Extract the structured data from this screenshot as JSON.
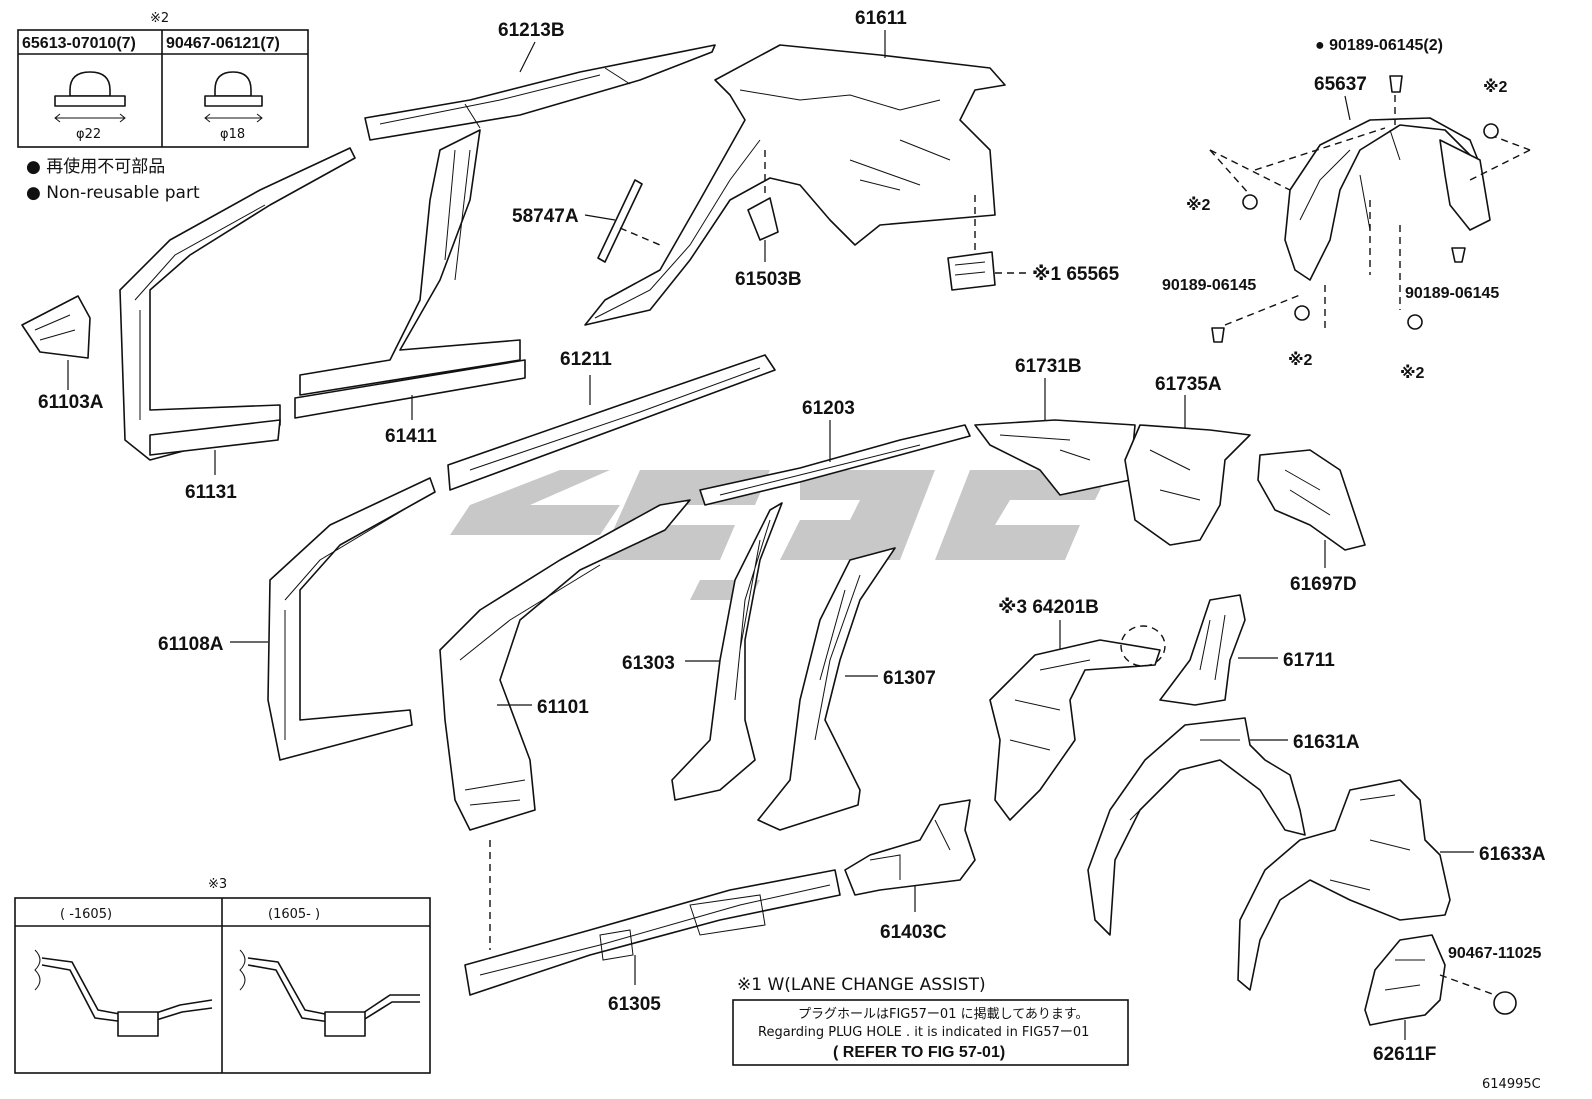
{
  "legend": {
    "note_mark": "※2",
    "col1_part": "65613-07010(7)",
    "col2_part": "90467-06121(7)",
    "col1_dim": "φ22",
    "col2_dim": "φ18",
    "jp_line": "● 再使用不可部品",
    "en_line": "● Non-reusable part"
  },
  "parts": {
    "p61213B": "61213B",
    "p61611": "61611",
    "p90189_2": "● 90189-06145(2)",
    "p65637": "65637",
    "x2_a": "※2",
    "x2_b": "※2",
    "x2_c": "※2",
    "x2_d": "※2",
    "p58747A": "58747A",
    "p61503B": "61503B",
    "p65565": "※1 65565",
    "p90189_l": "90189-06145",
    "p90189_r": "90189-06145",
    "p61103A": "61103A",
    "p61211": "61211",
    "p61731B": "61731B",
    "p61735A": "61735A",
    "p61411": "61411",
    "p61203": "61203",
    "p61131": "61131",
    "p61697D": "61697D",
    "p64201B": "※3 64201B",
    "p61108A": "61108A",
    "p61303": "61303",
    "p61307": "61307",
    "p61711": "61711",
    "p61101": "61101",
    "p61631A": "61631A",
    "p61633A": "61633A",
    "p61403C": "61403C",
    "p90467_11025": "90467-11025",
    "p61305": "61305",
    "p62611F": "62611F",
    "fig_code": "614995C"
  },
  "detail_box": {
    "mark": "※3",
    "left_range": "(      -1605)",
    "right_range": "(1605-      )"
  },
  "notes": {
    "lca": "※1 W(LANE CHANGE ASSIST)",
    "jp": "プラグホールはFIG57ー01 に掲載してあります。",
    "en": "Regarding  PLUG HOLE . it is indicated  in FIG57ー01",
    "refer": "( REFER TO FIG 57-01)"
  }
}
